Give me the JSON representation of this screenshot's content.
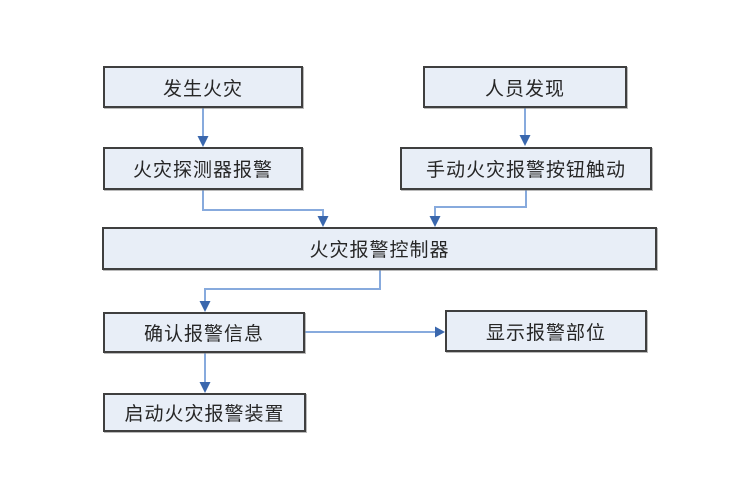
{
  "diagram": {
    "type": "flowchart",
    "background": "#ffffff",
    "nodes": [
      {
        "id": "fire-occurs",
        "label": "发生火灾"
      },
      {
        "id": "personnel-discovers",
        "label": "人员发现"
      },
      {
        "id": "detector-alarm",
        "label": "火灾探测器报警"
      },
      {
        "id": "manual-button",
        "label": "手动火灾报警按钮触动"
      },
      {
        "id": "alarm-controller",
        "label": "火灾报警控制器"
      },
      {
        "id": "confirm-info",
        "label": "确认报警信息"
      },
      {
        "id": "display-location",
        "label": "显示报警部位"
      },
      {
        "id": "activate-device",
        "label": "启动火灾报警装置"
      }
    ],
    "edges": [
      {
        "from": "fire-occurs",
        "to": "detector-alarm"
      },
      {
        "from": "personnel-discovers",
        "to": "manual-button"
      },
      {
        "from": "detector-alarm",
        "to": "alarm-controller"
      },
      {
        "from": "manual-button",
        "to": "alarm-controller"
      },
      {
        "from": "alarm-controller",
        "to": "confirm-info"
      },
      {
        "from": "confirm-info",
        "to": "display-location"
      },
      {
        "from": "confirm-info",
        "to": "activate-device"
      }
    ],
    "colors": {
      "node_fill": "#e8eef7",
      "node_border": "#3f3f3f",
      "connector_line": "#87aadd",
      "arrowhead": "#3a67ad",
      "text": "#262626"
    }
  }
}
